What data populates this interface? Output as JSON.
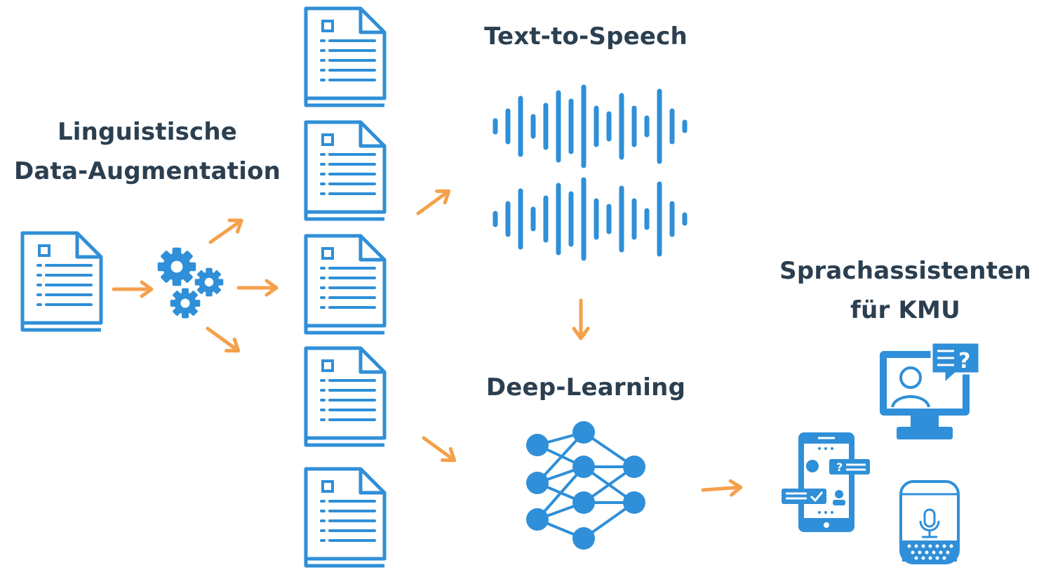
{
  "labels": {
    "linguistic_line1": "Linguistische",
    "linguistic_line2": "Data-Augmentation",
    "tts": "Text-to-Speech",
    "deep_learning": "Deep-Learning",
    "assistant_line1": "Sprachassistenten",
    "assistant_line2": "für KMU"
  },
  "icons": {
    "source_document": "document-stack-icon",
    "processing": "gears-icon",
    "augmented_documents": [
      "document-stack-icon",
      "document-stack-icon",
      "document-stack-icon",
      "document-stack-icon",
      "document-stack-icon"
    ],
    "audio": [
      "sound-wave-icon",
      "sound-wave-icon"
    ],
    "network": "neural-network-icon",
    "devices": [
      "smartphone-chat-icon",
      "monitor-video-call-icon",
      "smart-speaker-icon"
    ]
  },
  "colors": {
    "icon_blue": "#2f8fd8",
    "arrow_orange": "#f5a04a",
    "text_dark": "#2b3f50"
  }
}
